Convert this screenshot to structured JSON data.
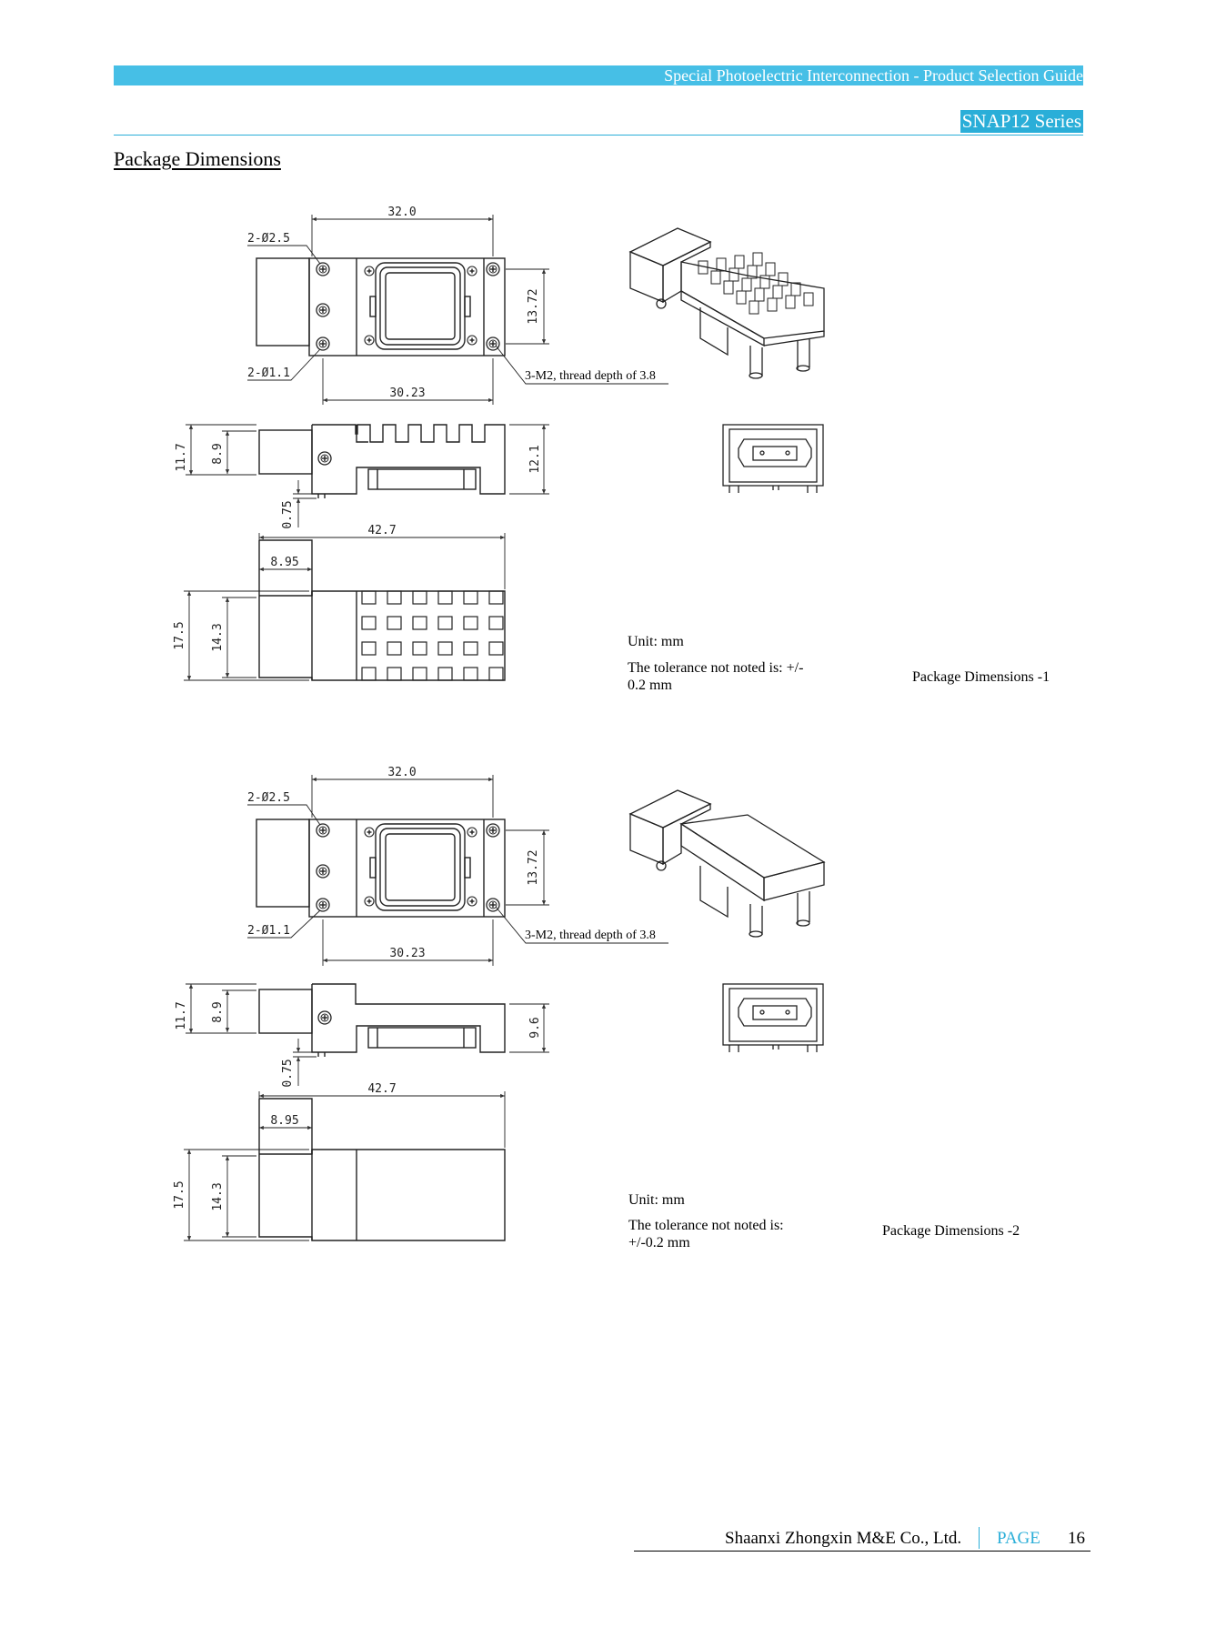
{
  "header": {
    "banner": "Special Photoelectric Interconnection - Product Selection Guide",
    "series": "SNAP12 Series"
  },
  "section": {
    "title": "Package Dimensions"
  },
  "figures": [
    {
      "variant": "heatsink",
      "dims": {
        "width_top": "32.0",
        "hole_large": "2-Ø2.5",
        "hole_small": "2-Ø1.1",
        "height_right": "13.72",
        "width_bottom": "30.23",
        "side_h1": "11.7",
        "side_h2": "8.9",
        "side_h3": "12.1",
        "side_gap": "0.75",
        "len_total": "42.7",
        "len_step": "8.95",
        "bot_h1": "17.5",
        "bot_h2": "14.3"
      },
      "thread_note": "3-M2, thread depth of 3.8",
      "unit": "Unit: mm",
      "tolerance_line1": "The tolerance not noted is:  +/-",
      "tolerance_line2": "0.2 mm",
      "caption": "Package Dimensions -1"
    },
    {
      "variant": "flat",
      "dims": {
        "width_top": "32.0",
        "hole_large": "2-Ø2.5",
        "hole_small": "2-Ø1.1",
        "height_right": "13.72",
        "width_bottom": "30.23",
        "side_h1": "11.7",
        "side_h2": "8.9",
        "side_h3": "9.6",
        "side_gap": "0.75",
        "len_total": "42.7",
        "len_step": "8.95",
        "bot_h1": "17.5",
        "bot_h2": "14.3"
      },
      "thread_note": "3-M2, thread depth of 3.8",
      "unit": "Unit: mm",
      "tolerance_line1": "The tolerance not noted is:",
      "tolerance_line2": "+/-0.2 mm",
      "caption": "Package Dimensions -2"
    }
  ],
  "footer": {
    "company": "Shaanxi Zhongxin M&E Co., Ltd.",
    "page_label": "PAGE",
    "page_number": "16"
  }
}
